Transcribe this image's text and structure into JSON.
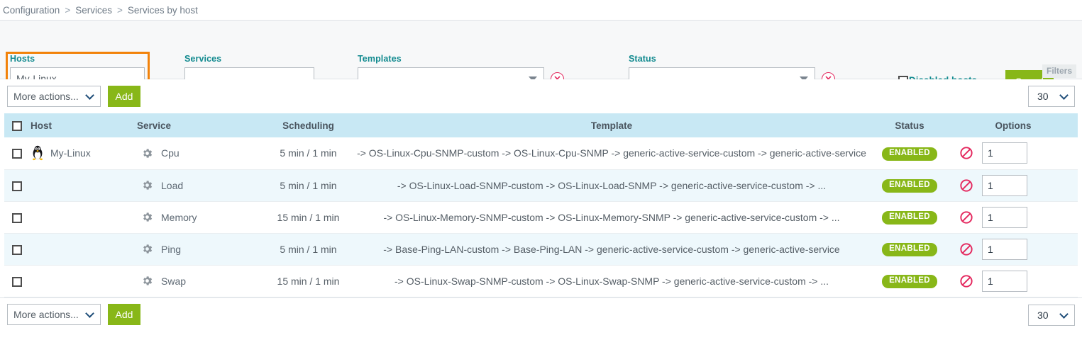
{
  "breadcrumb": {
    "items": [
      "Configuration",
      "Services",
      "Services by host"
    ],
    "separator": ">"
  },
  "filters": {
    "hosts": {
      "label": "Hosts",
      "value": "My-Linux",
      "placeholder": ""
    },
    "services": {
      "label": "Services",
      "value": "",
      "placeholder": ""
    },
    "templates": {
      "label": "Templates",
      "value": "",
      "clear_icon": "clear-circle-icon"
    },
    "status": {
      "label": "Status",
      "value": "",
      "clear_icon": "clear-circle-icon"
    },
    "disabled_hosts": {
      "label": "Disabled hosts",
      "checked": false
    },
    "search_label": "Search",
    "filters_tag": "Filters",
    "highlight_color": "#f2820a"
  },
  "toolbar": {
    "more_actions_label": "More actions...",
    "add_label": "Add",
    "page_size": "30"
  },
  "table": {
    "columns": [
      "Host",
      "Service",
      "Scheduling",
      "Template",
      "Status",
      "Options"
    ],
    "rows": [
      {
        "host": "My-Linux",
        "host_icon": "linux-penguin-icon",
        "service": "Cpu",
        "service_icon": "gear-icon",
        "scheduling": "5 min / 1 min",
        "template": "-> OS-Linux-Cpu-SNMP-custom -> OS-Linux-Cpu-SNMP -> generic-active-service-custom -> generic-active-service",
        "status": "ENABLED",
        "option_icon": "deny-icon",
        "option_value": "1"
      },
      {
        "host": "",
        "host_icon": "",
        "service": "Load",
        "service_icon": "gear-icon",
        "scheduling": "5 min / 1 min",
        "template": "-> OS-Linux-Load-SNMP-custom -> OS-Linux-Load-SNMP -> generic-active-service-custom -> ...",
        "status": "ENABLED",
        "option_icon": "deny-icon",
        "option_value": "1"
      },
      {
        "host": "",
        "host_icon": "",
        "service": "Memory",
        "service_icon": "gear-icon",
        "scheduling": "15 min / 1 min",
        "template": "-> OS-Linux-Memory-SNMP-custom -> OS-Linux-Memory-SNMP -> generic-active-service-custom -> ...",
        "status": "ENABLED",
        "option_icon": "deny-icon",
        "option_value": "1"
      },
      {
        "host": "",
        "host_icon": "",
        "service": "Ping",
        "service_icon": "gear-icon",
        "scheduling": "5 min / 1 min",
        "template": "-> Base-Ping-LAN-custom -> Base-Ping-LAN -> generic-active-service-custom -> generic-active-service",
        "status": "ENABLED",
        "option_icon": "deny-icon",
        "option_value": "1"
      },
      {
        "host": "",
        "host_icon": "",
        "service": "Swap",
        "service_icon": "gear-icon",
        "scheduling": "15 min / 1 min",
        "template": "-> OS-Linux-Swap-SNMP-custom -> OS-Linux-Swap-SNMP -> generic-active-service-custom -> ...",
        "status": "ENABLED",
        "option_icon": "deny-icon",
        "option_value": "1"
      }
    ]
  },
  "colors": {
    "accent_green": "#88b718",
    "label_teal": "#128a8f",
    "header_blue": "#c8e8f4",
    "row_alt": "#eef8fc",
    "highlight_orange": "#f2820a",
    "danger_red": "#e4285e"
  }
}
